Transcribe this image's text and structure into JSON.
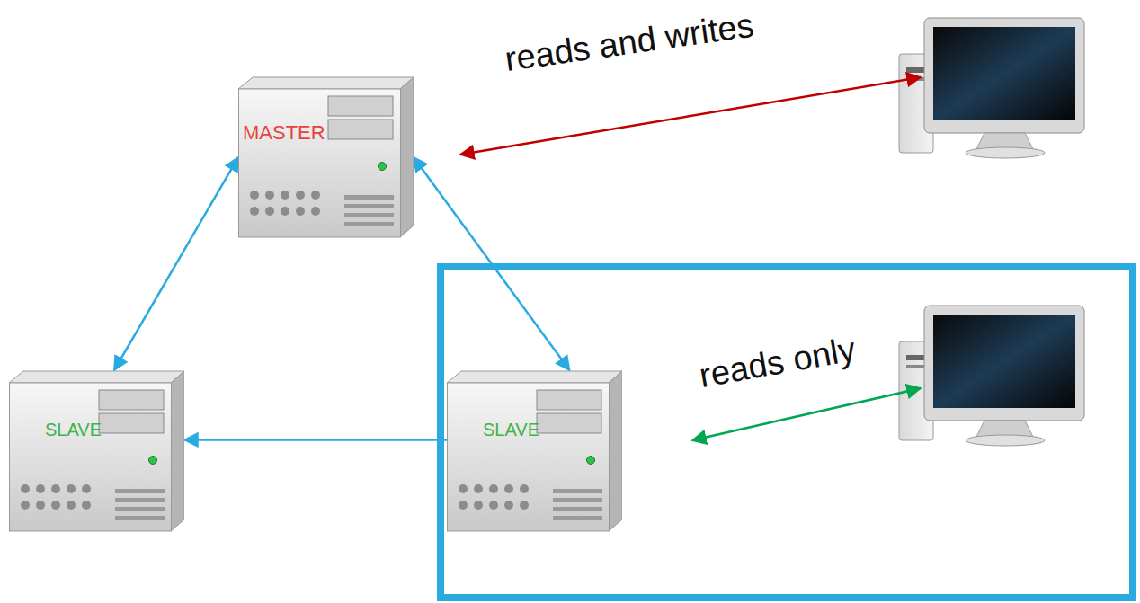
{
  "diagram": {
    "nodes": [
      {
        "text": [
          "MASTER"
        ]
      },
      {
        "text": [
          "SLAVE"
        ]
      },
      {
        "text": [
          "SLAVE"
        ]
      }
    ],
    "edges": [
      {
        "from": 0,
        "to": 1,
        "arrow": "both"
      },
      {
        "from": 0,
        "to": 2,
        "arrow": "both"
      },
      {
        "from": 2,
        "to": 1,
        "arrow": "to"
      }
    ],
    "labels": [
      "reads and writes",
      "reads only"
    ]
  }
}
